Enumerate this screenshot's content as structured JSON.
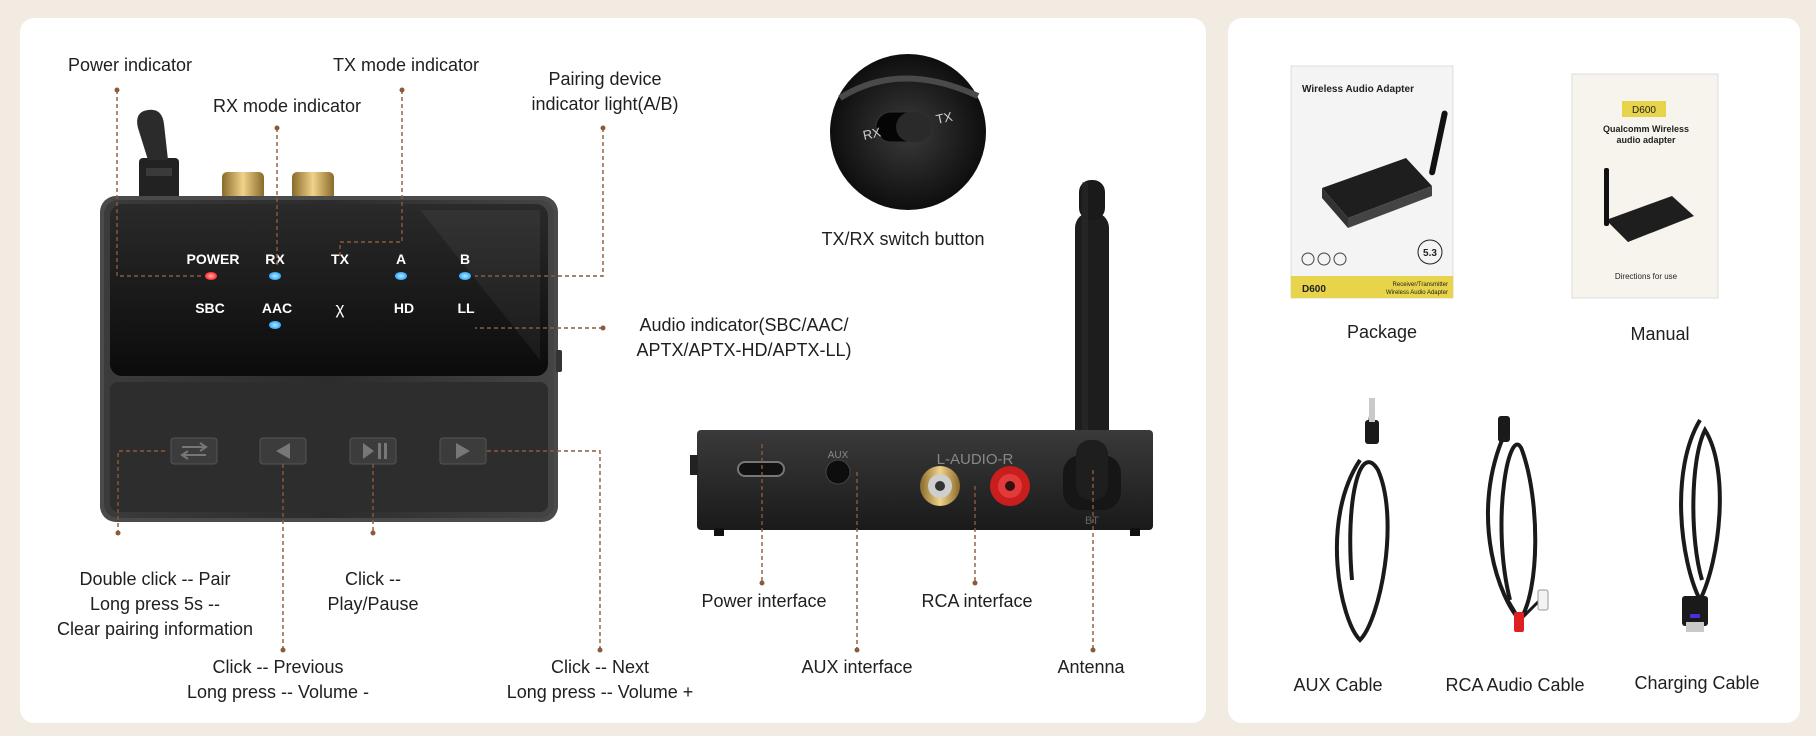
{
  "device": {
    "leds": {
      "power": "POWER",
      "rx": "RX",
      "tx": "TX",
      "a": "A",
      "b": "B",
      "sbc": "SBC",
      "aac": "AAC",
      "aptx": "χ",
      "hd": "HD",
      "ll": "LL"
    },
    "rear": {
      "audio_label": "L-AUDIO-R",
      "aux_label": "AUX",
      "bt_label": "BT",
      "switch_rx": "RX",
      "switch_tx": "TX"
    }
  },
  "labels": {
    "power_indicator": "Power indicator",
    "rx_mode_indicator": "RX mode indicator",
    "tx_mode_indicator": "TX mode indicator",
    "pairing_line1": "Pairing device",
    "pairing_line2": "indicator light(A/B)",
    "audio_line1": "Audio indicator(SBC/AAC/",
    "audio_line2": "APTX/APTX-HD/APTX-LL)",
    "switch_button": "TX/RX switch button",
    "pair_line1": "Double click -- Pair",
    "pair_line2": "Long press 5s --",
    "pair_line3": "Clear pairing information",
    "play_line1": "Click --",
    "play_line2": "Play/Pause",
    "prev_line1": "Click -- Previous",
    "prev_line2": "Long press -- Volume -",
    "next_line1": "Click -- Next",
    "next_line2": "Long press -- Volume +",
    "power_interface": "Power interface",
    "aux_interface": "AUX interface",
    "rca_interface": "RCA interface",
    "antenna": "Antenna"
  },
  "package": {
    "package_label": "Package",
    "manual_label": "Manual",
    "aux_cable": "AUX Cable",
    "rca_cable": "RCA Audio Cable",
    "charging_cable": "Charging Cable",
    "box_title": "Wireless Audio Adapter",
    "box_model": "D600",
    "box_version": "5.3",
    "box_footer_1": "Receiver/Transmitter",
    "box_footer_2": "Wireless Audio Adapter",
    "manual_model": "D600",
    "manual_title_1": "Qualcomm Wireless",
    "manual_title_2": "audio adapter",
    "manual_footer": "Directions for use"
  },
  "colors": {
    "background": "#f2ebe1",
    "panel": "#ffffff",
    "leader_line": "#8b5a3c",
    "led_blue": "#2ea8ff",
    "led_red": "#ff3030",
    "device_body": "#1a1a1a",
    "manual_accent": "#e8d44a"
  }
}
